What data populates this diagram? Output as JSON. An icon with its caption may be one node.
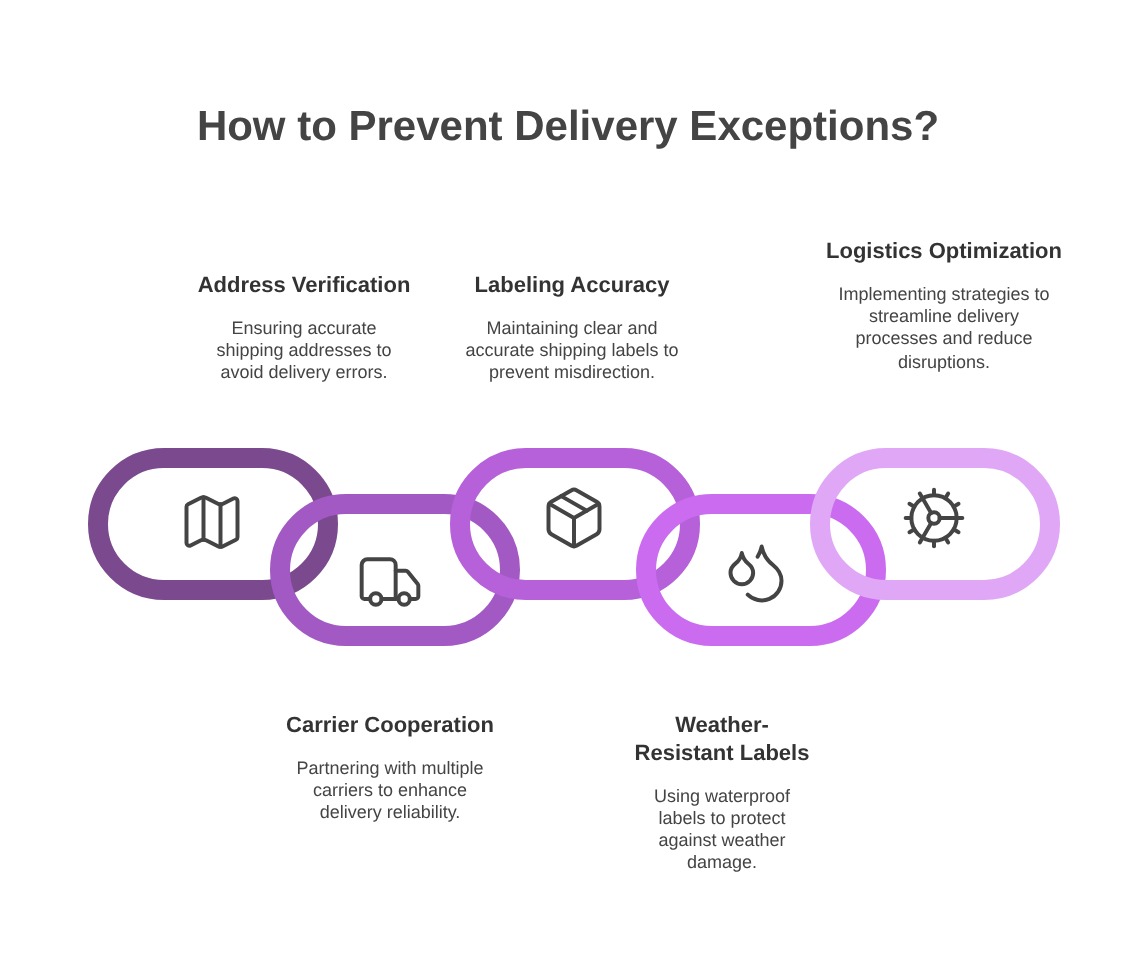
{
  "diagram": {
    "title": "How to Prevent Delivery Exceptions?",
    "nodes": [
      {
        "text": [],
        "shape": "box",
        "beside": [
          "Address Verification",
          "Ensuring accurate shipping addresses to avoid delivery errors."
        ]
      },
      {
        "text": [],
        "shape": "box",
        "beside": [
          "Carrier Cooperation",
          "Partnering with multiple carriers to enhance delivery reliability."
        ]
      },
      {
        "text": [],
        "shape": "box",
        "beside": [
          "Labeling Accuracy",
          "Maintaining clear and accurate shipping labels to prevent misdirection."
        ]
      },
      {
        "text": [],
        "shape": "box",
        "beside": [
          "Weather-Resistant Labels",
          "Using waterproof labels to protect against weather damage."
        ]
      },
      {
        "text": [],
        "shape": "box",
        "beside": [
          "Logistics Optimization",
          "Implementing strategies to streamline delivery processes and reduce disruptions."
        ]
      }
    ],
    "edges": []
  }
}
